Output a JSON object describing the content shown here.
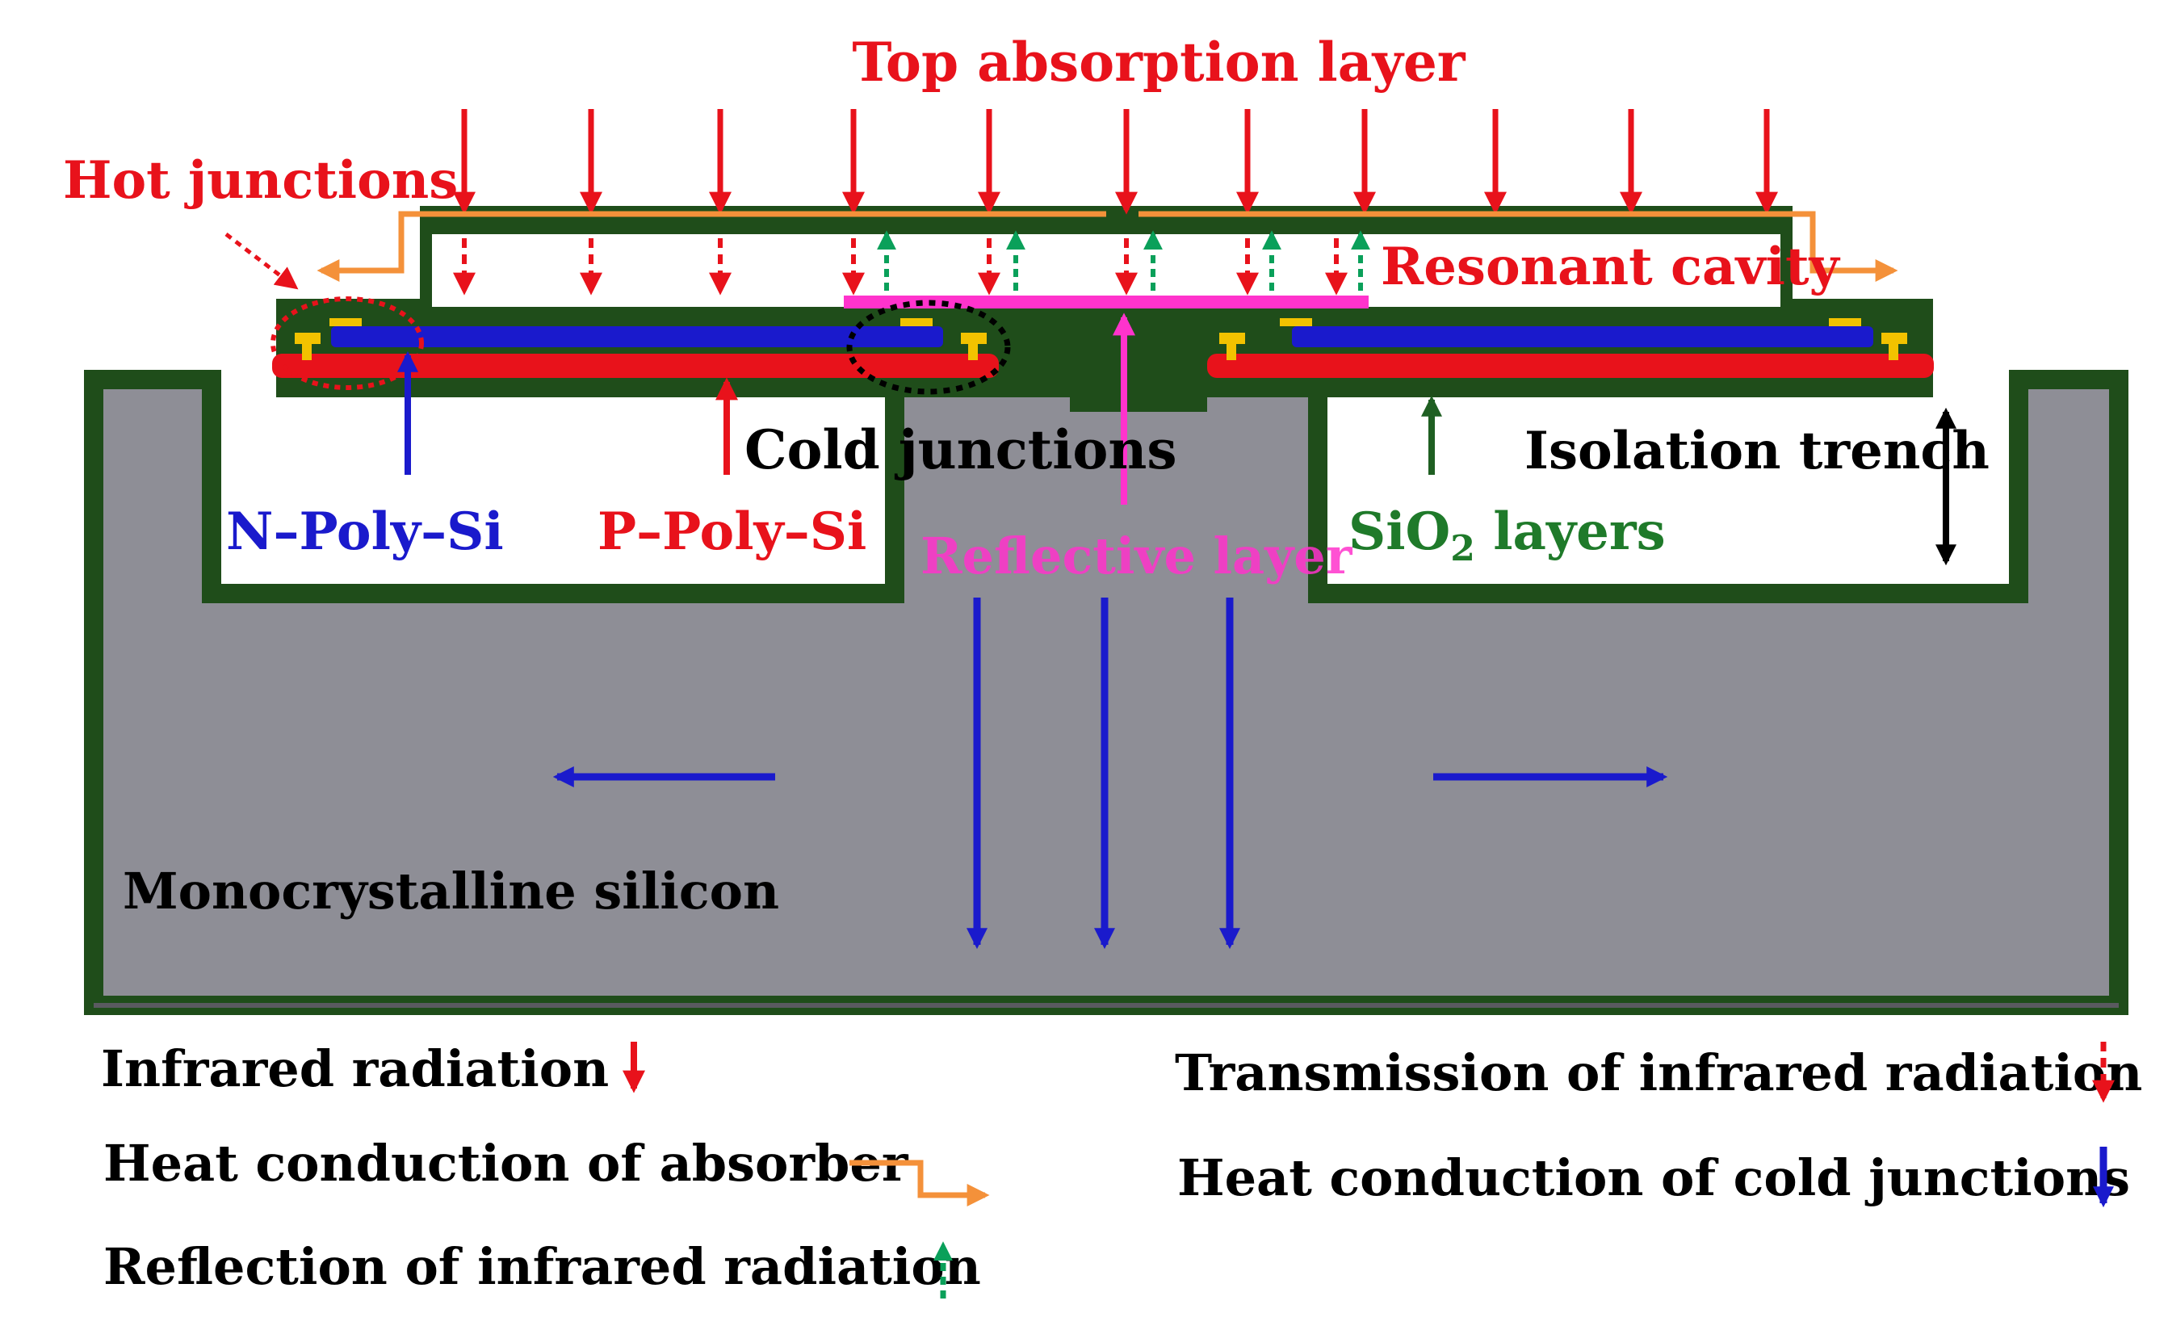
{
  "labels": {
    "top_absorption_layer": "Top absorption layer",
    "hot_junctions": "Hot junctions",
    "resonant_cavity": "Resonant cavity",
    "cold_junctions": "Cold junctions",
    "isolation_trench": "Isolation trench",
    "n_poly_si": "N–Poly–Si",
    "p_poly_si": "P–Poly–Si",
    "sio2_prefix": "SiO",
    "sio2_sub": "2",
    "sio2_suffix": " layers",
    "reflective_layer": "Reflective layer",
    "monocrystalline_silicon": "Monocrystalline silicon"
  },
  "legend": {
    "infrared_radiation": "Infrared radiation",
    "heat_conduction_absorber": "Heat conduction of absorber",
    "reflection_infrared": "Reflection of infrared radiation",
    "transmission_infrared": "Transmission of infrared radiation",
    "heat_conduction_cold": "Heat conduction of cold junctions"
  },
  "colors": {
    "infrared_red": "#e8121b",
    "heat_orange": "#f4913a",
    "reflection_green": "#0aa05a",
    "conduction_blue": "#1a1acc",
    "sio2_green": "#1f4d1a",
    "silicon_gray": "#8e8e96",
    "reflective_magenta": "#ff33cc",
    "electrode_yellow": "#f2c200"
  }
}
